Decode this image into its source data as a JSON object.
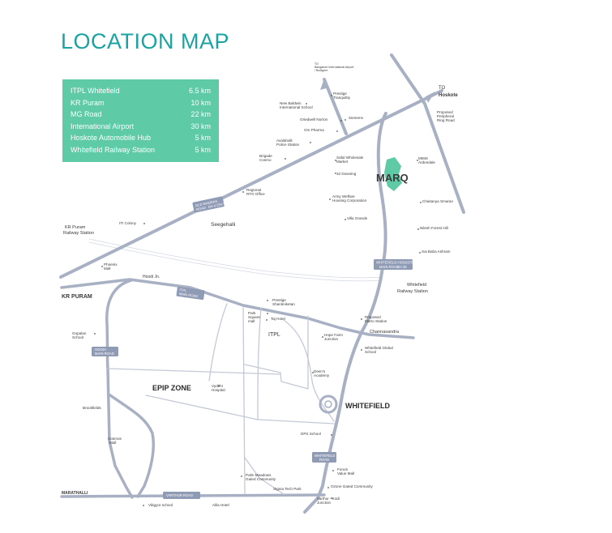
{
  "title": "LOCATION MAP",
  "distances": [
    {
      "place": "ITPL Whitefield",
      "distance": "6.5 km"
    },
    {
      "place": "KR Puram",
      "distance": "10 km"
    },
    {
      "place": "MG Road",
      "distance": "22 km"
    },
    {
      "place": "International Airport",
      "distance": "30 km"
    },
    {
      "place": "Hoskote Automobile Hub",
      "distance": "5 km"
    },
    {
      "place": "Whitefield Railway Station",
      "distance": "5 km"
    }
  ],
  "colors": {
    "accent": "#1aa3a3",
    "box": "#5ecba6",
    "road": "#a8b0c4",
    "road_tag": "#8f9ab4",
    "marq": "#5ecba6"
  },
  "map": {
    "project": "MARQ",
    "areas": {
      "whitefield": "WHITEFIELD",
      "epip": "EPIP ZONE",
      "kr_puram": "KR PURAM",
      "itpl": "ITPL",
      "seegehalli": "Seegehalli",
      "marathalli": "MARATHALLI"
    },
    "destinations": {
      "hoskote_1": "TO",
      "hoskote_2": "Hoskote",
      "airport_1": "TO",
      "airport_2": "Bangalore International Airport",
      "airport_3": "/ Budigere"
    },
    "road_tags": {
      "old_madras_1": "OLD MADRAS",
      "old_madras_2": "ROAD",
      "old_madras_3": "NH 4 (SH 55)",
      "whitefield_hoskote_1": "WHITEFIELD-HOSKOTE",
      "whitefield_hoskote_2": "MAIN ROAD",
      "whitefield_hoskote_3": "SH 35",
      "itpl_main_1": "ITPL",
      "itpl_main_2": "MAIN ROAD",
      "hoodi_main_1": "HOODI",
      "hoodi_main_2": "MAIN ROAD",
      "whitefield_road_1": "WHITEFIELD",
      "whitefield_road_2": "ROAD",
      "varthur": "VARTHUR ROAD"
    },
    "places": {
      "prestige_tranquility_1": "Prestige",
      "prestige_tranquility_2": "Tranquility",
      "new_baldwin_1": "New Baldwin",
      "new_baldwin_2": "International School",
      "siemens": "Siemens",
      "griedwell": "Griedwell Norton",
      "om_pharma": "Om Pharma",
      "avalahalli_1": "Avalahalli",
      "avalahalli_2": "Police Station",
      "brigade_1": "Brigade",
      "brigade_2": "Cosmo",
      "safal_1": "Safal Wholesale",
      "safal_2": "Market",
      "ten_downing": "10 Downing",
      "mims_1": "MIMS",
      "mims_2": "Ardendale",
      "peripheral_1": "Proposed",
      "peripheral_2": "Peripheral",
      "peripheral_3": "Ring Road",
      "regional_rto_1": "Regional",
      "regional_rto_2": "RTO Office",
      "army_welfare_1": "Army Welfare",
      "army_welfare_2": "Housing Corporation",
      "chaitanya": "Chaitanya Smaran",
      "iti_colony": "ITI Colony",
      "villa_grande": "Villa Grande",
      "nilesh": "Nilesh Forest Hill",
      "kr_station_1": "KR Puram",
      "kr_station_2": "Railway Station",
      "sai_baba": "Sai Baba Ashram",
      "phoenix_1": "Phoenix",
      "phoenix_2": "Mall",
      "hoodi_jn": "Hoodi Jn.",
      "wf_station_1": "Whitefield",
      "wf_station_2": "Railway Station",
      "prestige_sh_1": "Prestige",
      "prestige_sh_2": "Shantiniketan",
      "park_square_1": "Park",
      "park_square_2": "Square",
      "park_square_3": "mall",
      "taj_hotel": "Taj Hotel",
      "metro_1": "Proposed",
      "metro_2": "Metro Station",
      "channasandra": "Channasandra",
      "gopalan_1": "Gopalan",
      "gopalan_2": "School",
      "hope_farm_1": "Hope Farm",
      "hope_farm_2": "Junction",
      "wf_global_1": "Whitefield Global",
      "wf_global_2": "School",
      "deens_1": "Deen's",
      "deens_2": "Academy",
      "vydehi_1": "Vydehi",
      "vydehi_2": "Hospital",
      "brookfields": "Brookfields",
      "dps": "DPS School",
      "cosmos_1": "Cosmos",
      "cosmos_2": "Mall",
      "forum_1": "Forum",
      "forum_2": "Value Mall",
      "palm_1": "Palm Meadows",
      "palm_2": "Gated Community",
      "ozone": "Ozone Gated Community",
      "sigma": "Sigma Tech Park",
      "varthur_kodi_1": "Varthur - Kodi",
      "varthur_kodi_2": "Junction",
      "vibgyor": "Vibgyor school",
      "alila": "Alila Hotel"
    }
  }
}
